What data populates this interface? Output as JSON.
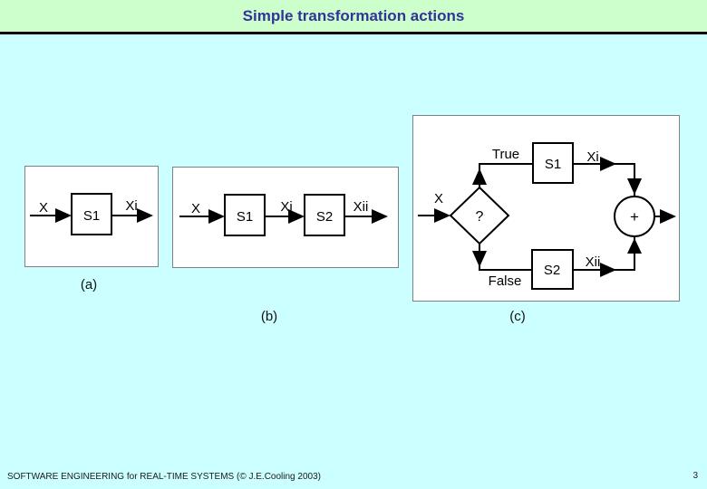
{
  "slide": {
    "title": "Simple transformation actions",
    "footer_text": "SOFTWARE ENGINEERING for REAL-TIME SYSTEMS (© J.E.Cooling 2003)",
    "page_number": "3"
  },
  "colors": {
    "background": "#ccffff",
    "header-bg": "#ccffcc",
    "title-text": "#333399",
    "panel-bg": "#ffffff",
    "panel-border": "#808080",
    "ink": "#000000"
  },
  "diagram_a": {
    "caption": "(a)",
    "input_label": "X",
    "block1_label": "S1",
    "output_label": "Xi"
  },
  "diagram_b": {
    "caption": "(b)",
    "input_label": "X",
    "block1_label": "S1",
    "between_label": "Xi",
    "block2_label": "S2",
    "output_label": "Xii"
  },
  "diagram_c": {
    "caption": "(c)",
    "input_label": "X",
    "decision_label": "?",
    "true_branch_label": "True",
    "false_branch_label": "False",
    "block1_label": "S1",
    "block1_output_label": "Xi",
    "block2_label": "S2",
    "block2_output_label": "Xii",
    "merge_label": "+"
  }
}
